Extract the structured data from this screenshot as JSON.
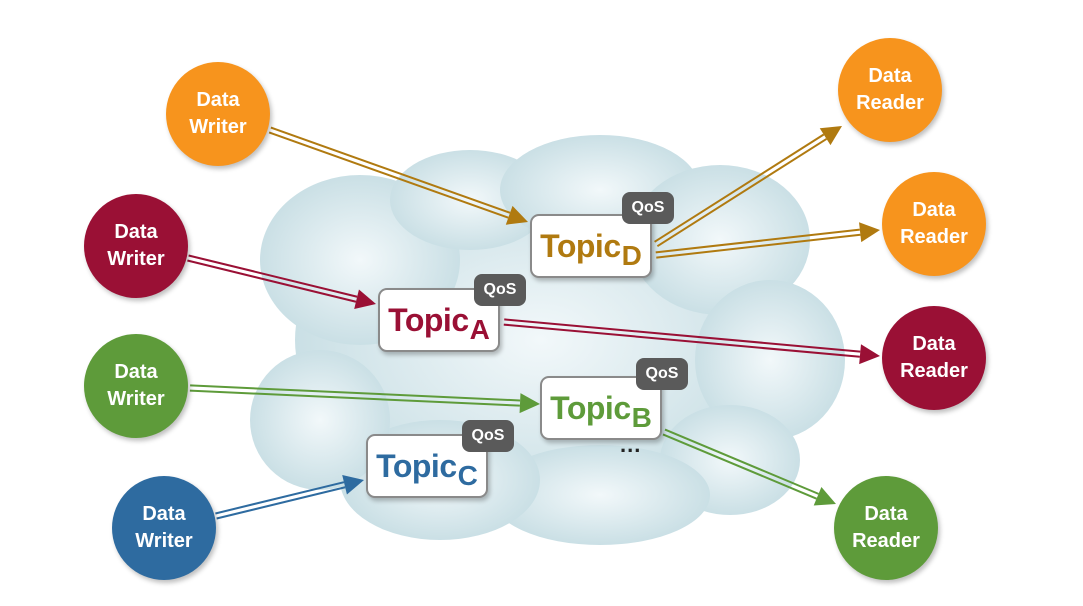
{
  "colors": {
    "orange": "#f7941d",
    "crimson": "#9a1035",
    "green": "#5e9b3a",
    "blue": "#2e6ba0",
    "topic_d": "#b07a10",
    "topic_a": "#9a1035",
    "topic_b": "#5e9b3a",
    "topic_c": "#2e6ba0",
    "cloud": "#cfe3e8"
  },
  "writers": [
    {
      "line1": "Data",
      "line2": "Writer",
      "color": "orange"
    },
    {
      "line1": "Data",
      "line2": "Writer",
      "color": "crimson"
    },
    {
      "line1": "Data",
      "line2": "Writer",
      "color": "green"
    },
    {
      "line1": "Data",
      "line2": "Writer",
      "color": "blue"
    }
  ],
  "readers": [
    {
      "line1": "Data",
      "line2": "Reader",
      "color": "orange"
    },
    {
      "line1": "Data",
      "line2": "Reader",
      "color": "orange"
    },
    {
      "line1": "Data",
      "line2": "Reader",
      "color": "crimson"
    },
    {
      "line1": "Data",
      "line2": "Reader",
      "color": "green"
    }
  ],
  "topics": {
    "d": {
      "label": "Topic",
      "sub": "D",
      "qos": "QoS"
    },
    "a": {
      "label": "Topic",
      "sub": "A",
      "qos": "QoS"
    },
    "b": {
      "label": "Topic",
      "sub": "B",
      "qos": "QoS"
    },
    "c": {
      "label": "Topic",
      "sub": "C",
      "qos": "QoS"
    }
  },
  "ellipsis": "..."
}
